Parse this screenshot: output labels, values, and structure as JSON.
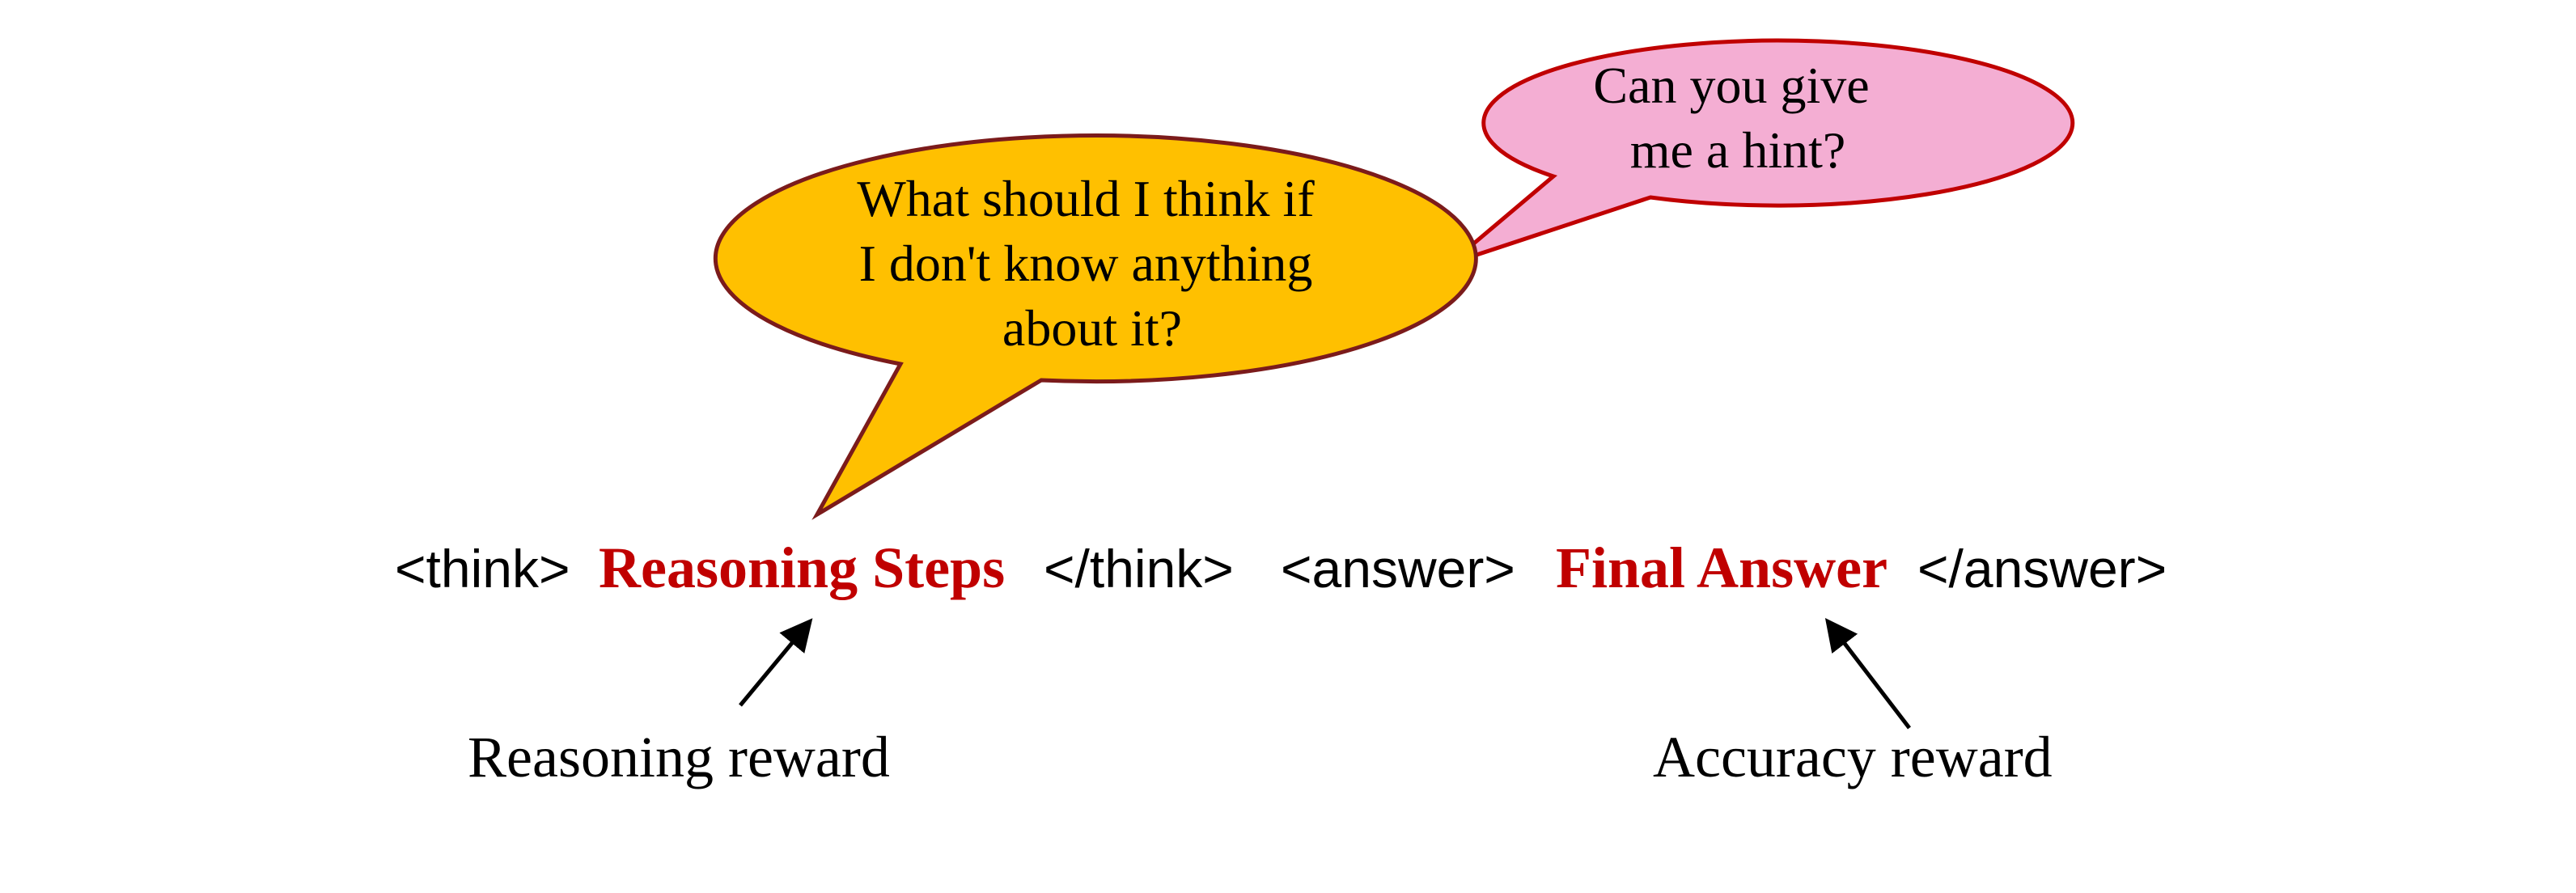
{
  "bubbles": {
    "yellow": {
      "lines": [
        "What should I think if",
        "I don't know anything",
        "about it?"
      ],
      "fill": "#FFC000",
      "stroke": "#7B1B1B"
    },
    "pink": {
      "lines": [
        "Can you give",
        "me a hint?"
      ],
      "fill": "#F4AED3",
      "stroke": "#C00000"
    }
  },
  "sequence": {
    "think_open": "<think>",
    "reasoning_steps": "Reasoning Steps",
    "think_close": "</think>",
    "answer_open": "<answer>",
    "final_answer": "Final Answer",
    "answer_close": "</answer>",
    "highlight_color": "#C00000",
    "tag_color": "#000000"
  },
  "rewards": {
    "reasoning": "Reasoning reward",
    "accuracy": "Accuracy reward"
  }
}
